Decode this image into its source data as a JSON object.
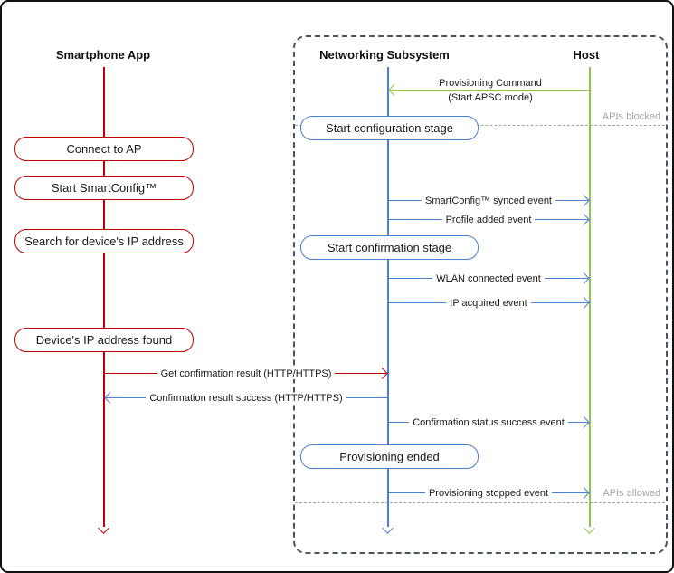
{
  "diagram_type": "sequence-diagram",
  "actors": {
    "smartphone": {
      "label": "Smartphone App"
    },
    "networking": {
      "label": "Networking Subsystem"
    },
    "host": {
      "label": "Host"
    }
  },
  "app_steps": [
    {
      "label": "Connect to AP"
    },
    {
      "label": "Start SmartConfig™"
    },
    {
      "label": "Search for device's IP address"
    },
    {
      "label": "Device's IP address found"
    }
  ],
  "stages": [
    {
      "label": "Start configuration stage"
    },
    {
      "label": "Start confirmation stage"
    },
    {
      "label": "Provisioning ended"
    }
  ],
  "messages": {
    "provisioning_command": {
      "line1": "Provisioning Command",
      "line2": "(Start APSC mode)",
      "from": "Host",
      "to": "Networking Subsystem"
    },
    "events": [
      {
        "label": "SmartConfig™ synced event",
        "from": "Networking Subsystem",
        "to": "Host"
      },
      {
        "label": "Profile added event",
        "from": "Networking Subsystem",
        "to": "Host"
      },
      {
        "label": "WLAN connected event",
        "from": "Networking Subsystem",
        "to": "Host"
      },
      {
        "label": "IP acquired event",
        "from": "Networking Subsystem",
        "to": "Host"
      },
      {
        "label": "Confirmation status success event",
        "from": "Networking Subsystem",
        "to": "Host"
      },
      {
        "label": "Provisioning stopped event",
        "from": "Networking Subsystem",
        "to": "Host"
      }
    ],
    "get_confirmation": {
      "label": "Get confirmation result (HTTP/HTTPS)",
      "from": "Smartphone App",
      "to": "Networking Subsystem"
    },
    "confirmation_success": {
      "label": "Confirmation result success (HTTP/HTTPS)",
      "from": "Networking Subsystem",
      "to": "Smartphone App"
    }
  },
  "annotations": {
    "apis_blocked": "APIs blocked",
    "apis_allowed": "APIs allowed"
  },
  "colors": {
    "smartphone_accent": "#c00000",
    "networking_accent": "#4a7fd1",
    "host_accent": "#8fc64a",
    "annotation_gray": "#a3a3a3",
    "boundary_dash": "#49545f"
  }
}
